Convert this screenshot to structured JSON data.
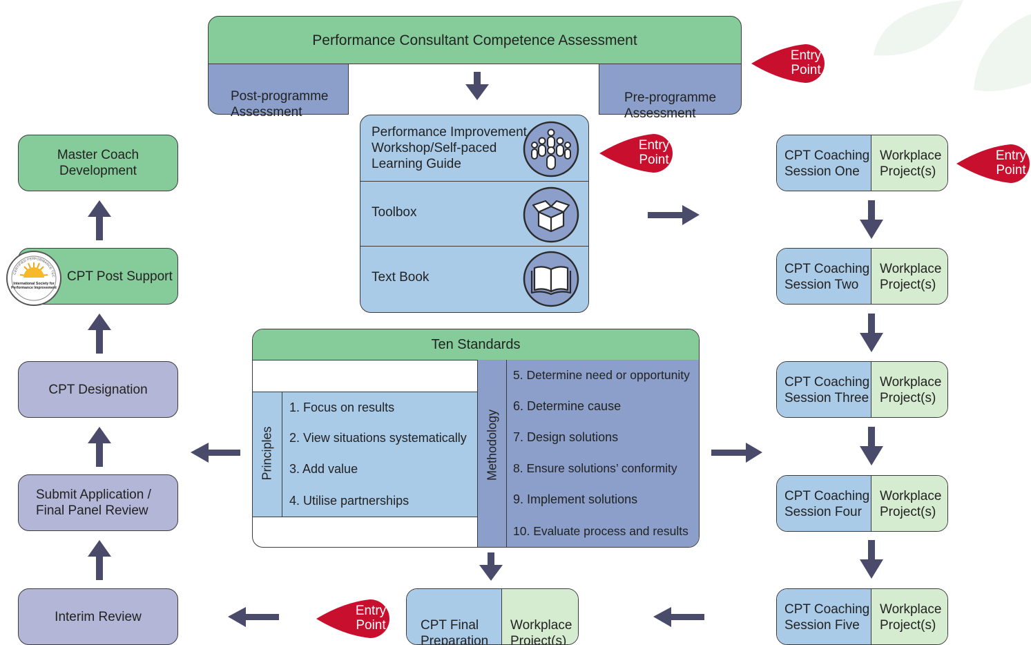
{
  "top": {
    "title": "Performance Consultant Competence Assessment",
    "post": "Post-programme\nAssessment",
    "pre": "Pre-programme\nAssessment"
  },
  "entry_point": "Entry\nPoint",
  "resources": {
    "workshop": "Performance Improvement\nWorkshop/Self-paced\nLearning Guide",
    "toolbox": "Toolbox",
    "textbook": "Text Book"
  },
  "left_column": {
    "master_coach": "Master Coach\nDevelopment",
    "post_support": "CPT Post Support",
    "designation": "CPT Designation",
    "submit": "Submit Application /\nFinal Panel Review",
    "interim": "Interim Review"
  },
  "badge": {
    "top_text": "CERTIFIED PERFORMANCE TECHNOLOGIST",
    "line1": "International Society for",
    "line2": "Performance Improvement"
  },
  "standards": {
    "title": "Ten Standards",
    "principles_label": "Principles",
    "methodology_label": "Methodology",
    "principles": [
      "1. Focus on results",
      "2. View situations systematically",
      "3. Add value",
      "4. Utilise partnerships"
    ],
    "methodology": [
      "5. Determine need or opportunity",
      "6. Determine cause",
      "7. Design solutions",
      "8. Ensure solutions’ conformity",
      "9. Implement solutions",
      "10. Evaluate process and results"
    ]
  },
  "sessions": [
    {
      "label": "CPT Coaching\nSession One",
      "project": "Workplace\nProject(s)"
    },
    {
      "label": "CPT Coaching\nSession Two",
      "project": "Workplace\nProject(s)"
    },
    {
      "label": "CPT Coaching\nSession Three",
      "project": "Workplace\nProject(s)"
    },
    {
      "label": "CPT Coaching\nSession Four",
      "project": "Workplace\nProject(s)"
    },
    {
      "label": "CPT Coaching\nSession Five",
      "project": "Workplace\nProject(s)"
    }
  ],
  "final": {
    "label": "CPT Final\nPreparation",
    "project": "Workplace\nProject(s)"
  },
  "colors": {
    "green": "#86cc9a",
    "blue": "#aacbe8",
    "steel": "#8b9fca",
    "lavender": "#b3b6d6",
    "light_green": "#d6ecd0",
    "entry_red": "#c8102e",
    "arrow": "#4a4a6a"
  }
}
